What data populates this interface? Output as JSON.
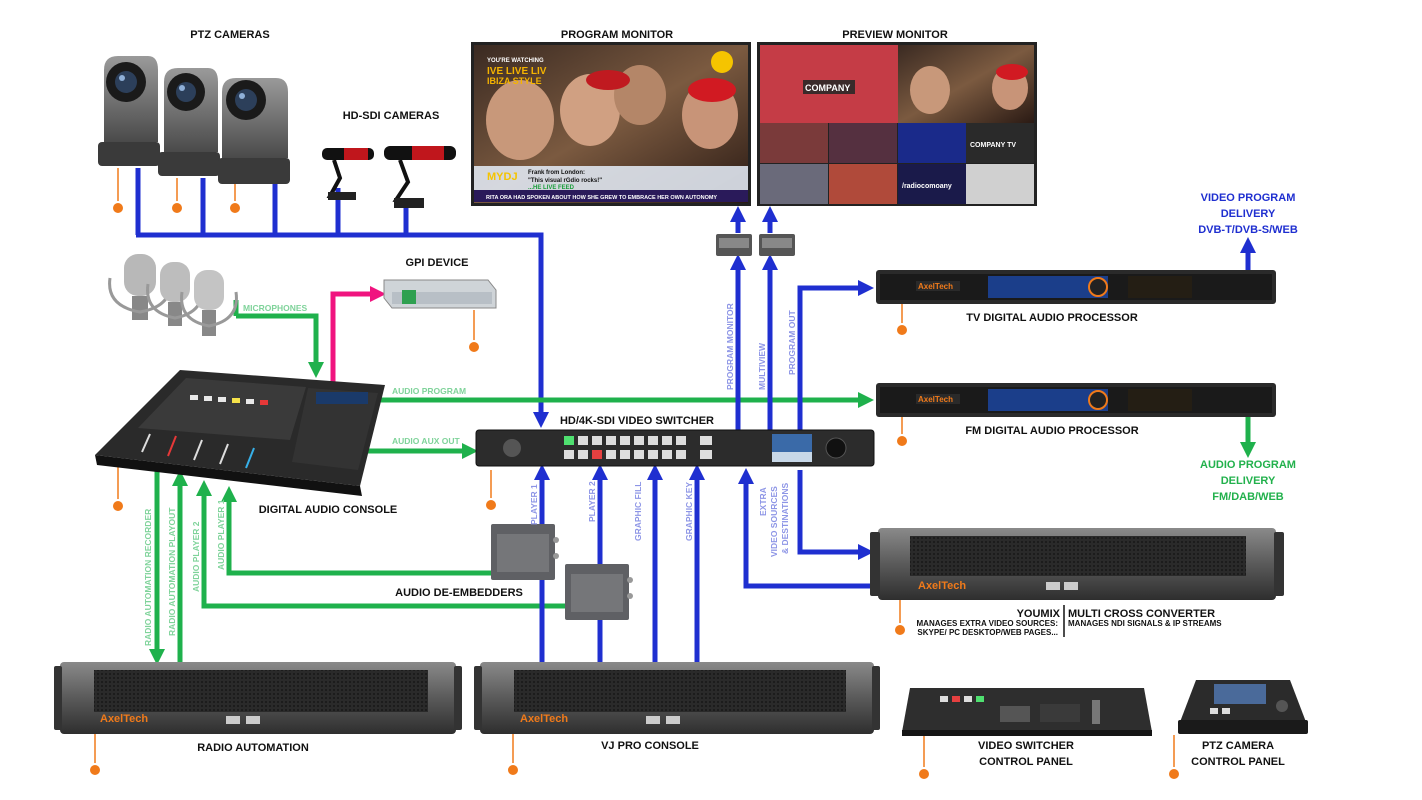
{
  "labels": {
    "ptz_cameras": "PTZ CAMERAS",
    "hdsdi_cameras": "HD-SDI CAMERAS",
    "program_monitor": "PROGRAM MONITOR",
    "preview_monitor": "PREVIEW MONITOR",
    "gpi_device": "GPI DEVICE",
    "microphones": "MICROPHONES",
    "audio_program": "AUDIO PROGRAM",
    "audio_aux_out": "AUDIO AUX OUT",
    "video_switcher": "HD/4K-SDI VIDEO SWITCHER",
    "digital_audio_console": "DIGITAL AUDIO CONSOLE",
    "audio_de_embedders": "AUDIO DE-EMBEDDERS",
    "tv_processor": "TV DIGITAL AUDIO PROCESSOR",
    "fm_processor": "FM DIGITAL AUDIO PROCESSOR",
    "video_delivery_1": "VIDEO PROGRAM",
    "video_delivery_2": "DELIVERY",
    "video_delivery_3": "DVB-T/DVB-S/WEB",
    "audio_delivery_1": "AUDIO PROGRAM",
    "audio_delivery_2": "DELIVERY",
    "audio_delivery_3": "FM/DAB/WEB",
    "youmix": "YOUMIX",
    "youmix_desc_1": "MANAGES EXTRA VIDEO SOURCES:",
    "youmix_desc_2": "SKYPE/ PC DESKTOP/WEB PAGES...",
    "mcc": "MULTI CROSS CONVERTER",
    "mcc_desc": "MANAGES NDI SIGNALS & IP STREAMS",
    "radio_automation": "RADIO AUTOMATION",
    "vj_pro_console": "VJ PRO CONSOLE",
    "vs_panel_1": "VIDEO SWITCHER",
    "vs_panel_2": "CONTROL PANEL",
    "ptz_panel_1": "PTZ CAMERA",
    "ptz_panel_2": "CONTROL PANEL"
  },
  "signals": {
    "program_monitor": "PROGRAM MONITOR",
    "multiview": "MULTIVIEW",
    "program_out": "PROGRAM OUT",
    "player1": "PLAYER 1",
    "player2": "PLAYER 2",
    "graphic_fill": "GRAPHIC FILL",
    "graphic_key": "GRAPHIC KEY",
    "extra_1": "EXTRA",
    "extra_2": "VIDEO SOURCES",
    "extra_3": "& DESTINATIONS",
    "ra_recorder": "RADIO AUTOMATION RECORDER",
    "ra_playout": "RADIO AUTOMATION PLAYOUT",
    "audio_player2": "AUDIO PLAYER 2",
    "audio_player1": "AUDIO PLAYER 1"
  },
  "brand": {
    "name": "AxelTech"
  },
  "monitor_text": {
    "p_watching": "YOU'RE WATCHING",
    "p_live": "IVE LIVE LIV",
    "p_style": "IBIZA STYLE",
    "p_from": "Frank from London:",
    "p_quote": "\"This visual rGdio rocks!\"",
    "p_mydj": "MYDJ",
    "p_feed": "...HE LIVE FEED",
    "p_ticker": "RITA ORA HAD SPOKEN ABOUT HOW SHE GREW TO EMBRACE HER OWN AUTONOMY",
    "pv_company": "COMPANY",
    "pv_companytv": "COMPANY TV",
    "pv_radio": "/radiocomoany"
  },
  "colors": {
    "blue": "#1f2fd0",
    "green": "#1fb14c",
    "pink": "#f0147f",
    "orange": "#f07a1a"
  }
}
